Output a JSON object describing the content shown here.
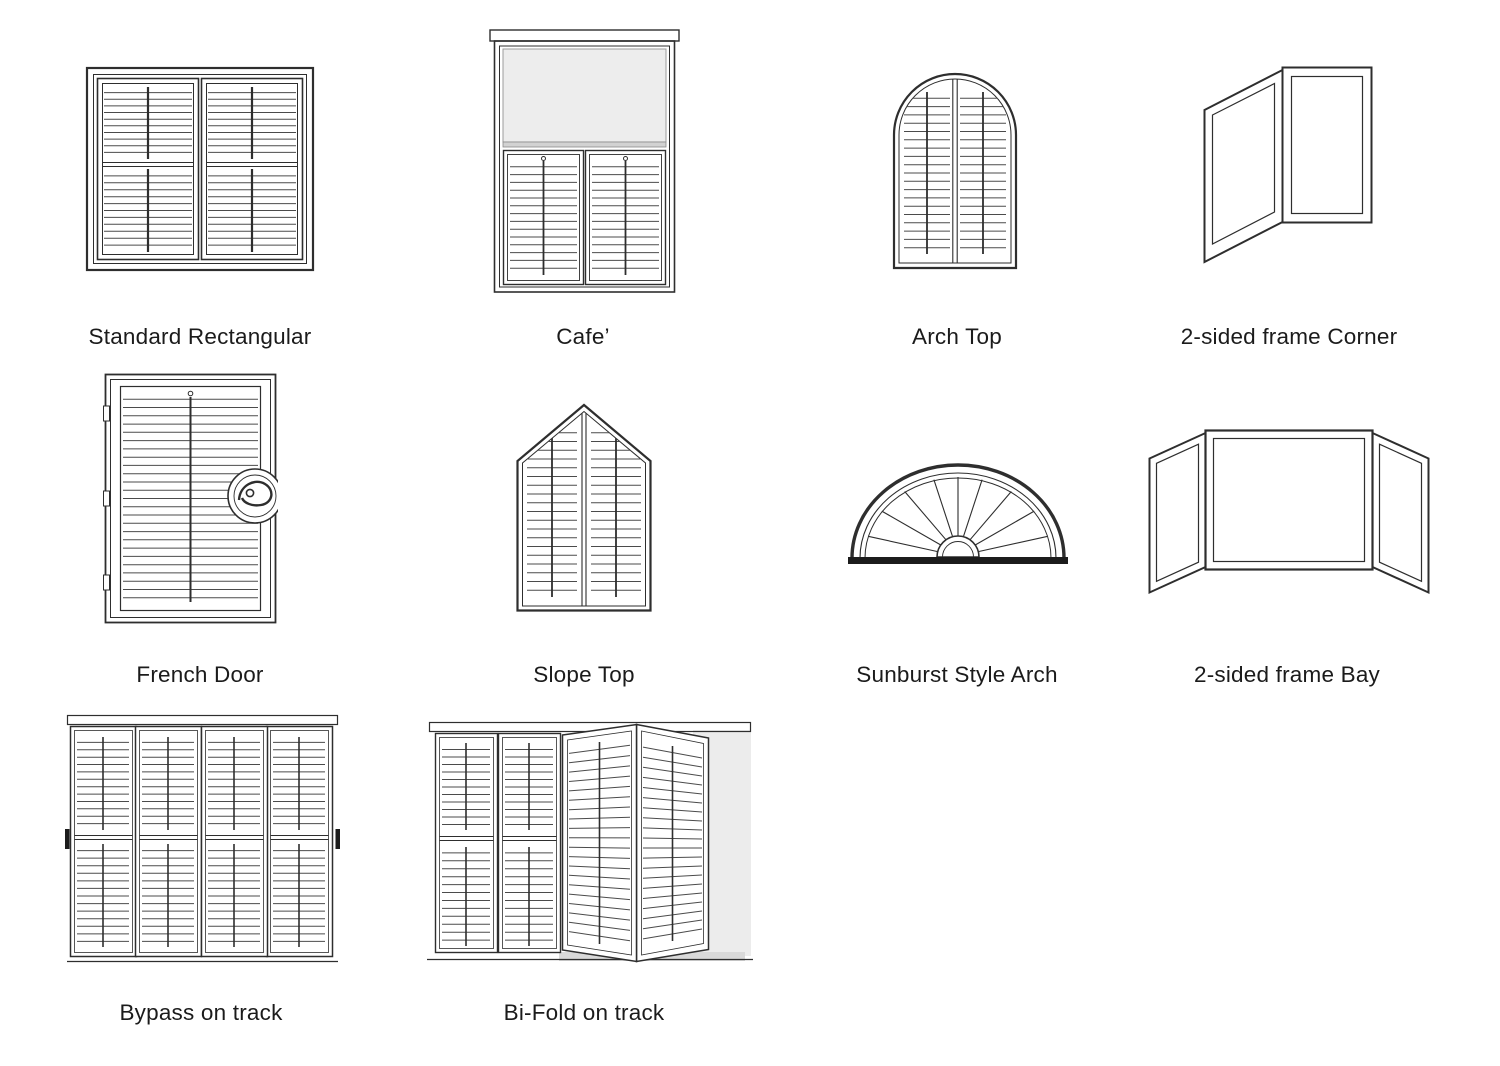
{
  "items": [
    {
      "label": "Standard Rectangular"
    },
    {
      "label": "Cafe’"
    },
    {
      "label": "Arch Top"
    },
    {
      "label": "2-sided frame Corner"
    },
    {
      "label": "French Door"
    },
    {
      "label": "Slope Top"
    },
    {
      "label": "Sunburst Style Arch"
    },
    {
      "label": "2-sided frame Bay"
    },
    {
      "label": "Bypass on track"
    },
    {
      "label": "Bi-Fold on track"
    }
  ]
}
